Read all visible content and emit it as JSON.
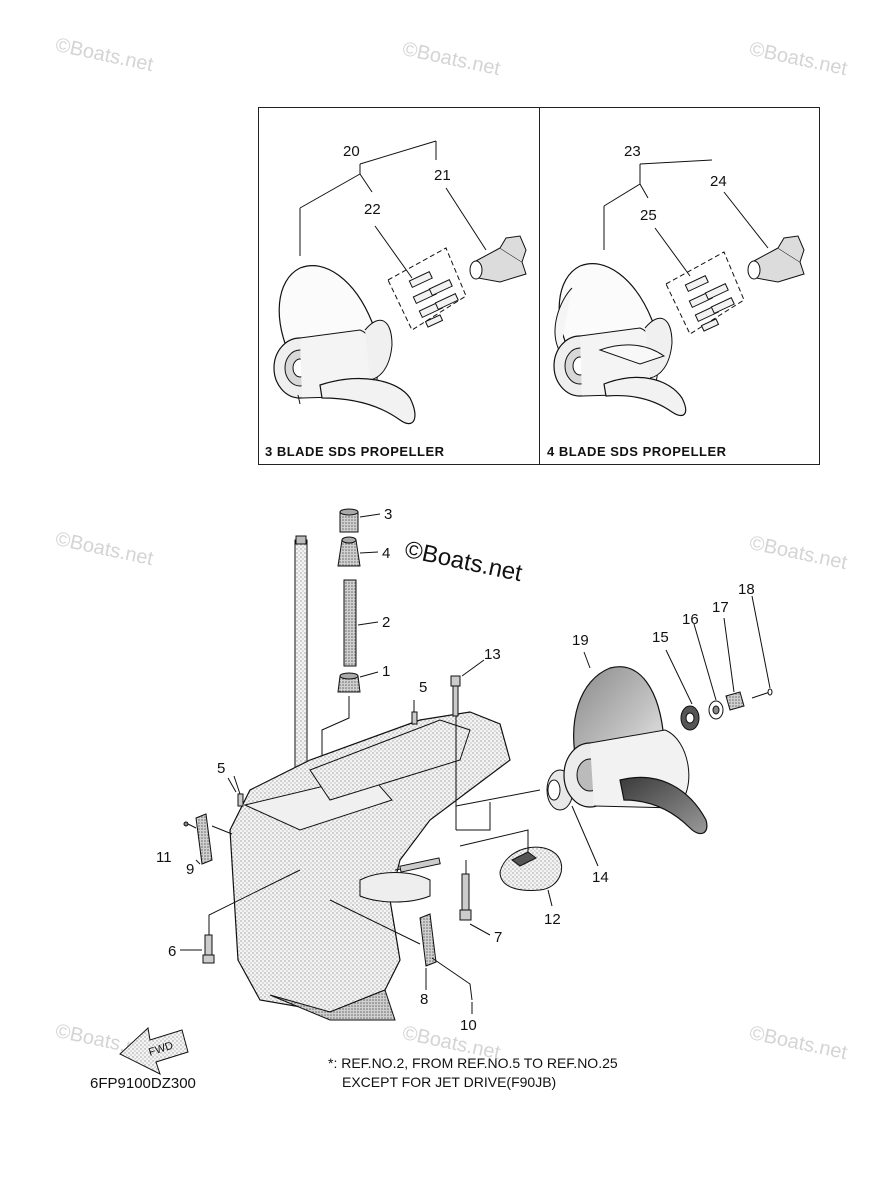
{
  "watermarks": {
    "small": "©Boats.net",
    "large": "©Boats.net"
  },
  "insets": {
    "left_caption": "3 BLADE SDS PROPELLER",
    "right_caption": "4 BLADE SDS PROPELLER"
  },
  "callouts": {
    "c1": "1",
    "c2": "2",
    "c3": "3",
    "c4": "4",
    "c5a": "5",
    "c5b": "5",
    "c6": "6",
    "c7": "7",
    "c8": "8",
    "c9": "9",
    "c10": "10",
    "c11": "11",
    "c12": "12",
    "c13": "13",
    "c14": "14",
    "c15": "15",
    "c16": "16",
    "c17": "17",
    "c18": "18",
    "c19": "19",
    "c20": "20",
    "c21": "21",
    "c22": "22",
    "c23": "23",
    "c24": "24",
    "c25": "25"
  },
  "fwd_label": "FWD",
  "diagram_code": "6FP9100DZ300",
  "note": {
    "line1": "*: REF.NO.2, FROM REF.NO.5 TO REF.NO.25",
    "line2": "EXCEPT FOR JET DRIVE(F90JB)"
  }
}
